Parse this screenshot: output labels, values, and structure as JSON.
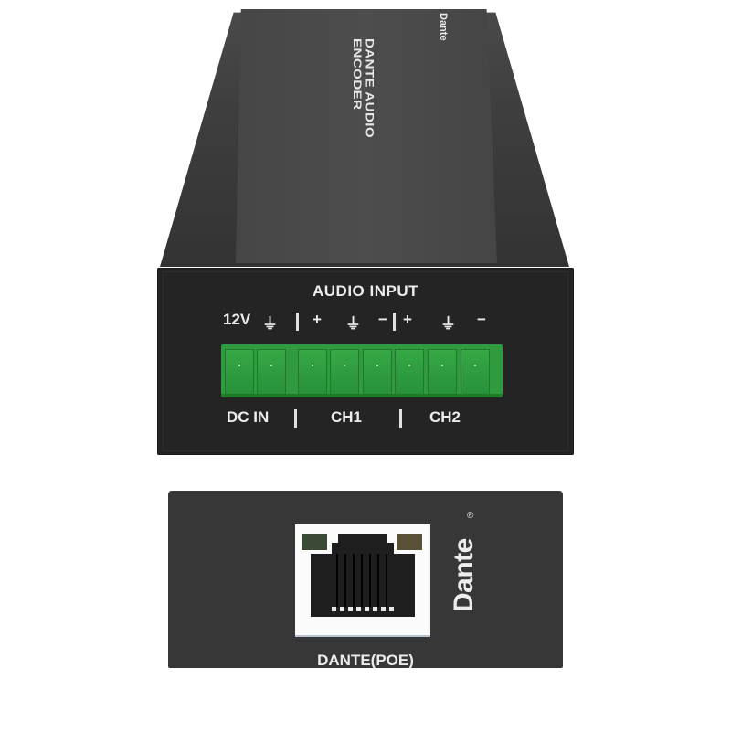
{
  "product": {
    "top_panel": {
      "title": "DANTE AUDIO ENCODER",
      "brand_mark": "Dante"
    },
    "front_panel": {
      "header": "AUDIO INPUT",
      "pin_labels": [
        "12V",
        "⏚",
        "+",
        "⏚",
        "−",
        "+",
        "⏚",
        "−"
      ],
      "group_labels": [
        "DC IN",
        "CH1",
        "CH2"
      ],
      "terminal_color": "#2f9b3e",
      "terminal_count": 8
    },
    "back_panel": {
      "port_label": "DANTE(POE)",
      "logo": "Dante",
      "logo_registered": "®",
      "led_colors": [
        "#3a4a36",
        "#5a5038"
      ]
    },
    "colors": {
      "chassis": "#242424",
      "back_panel": "#373737",
      "text": "#ececec"
    }
  }
}
